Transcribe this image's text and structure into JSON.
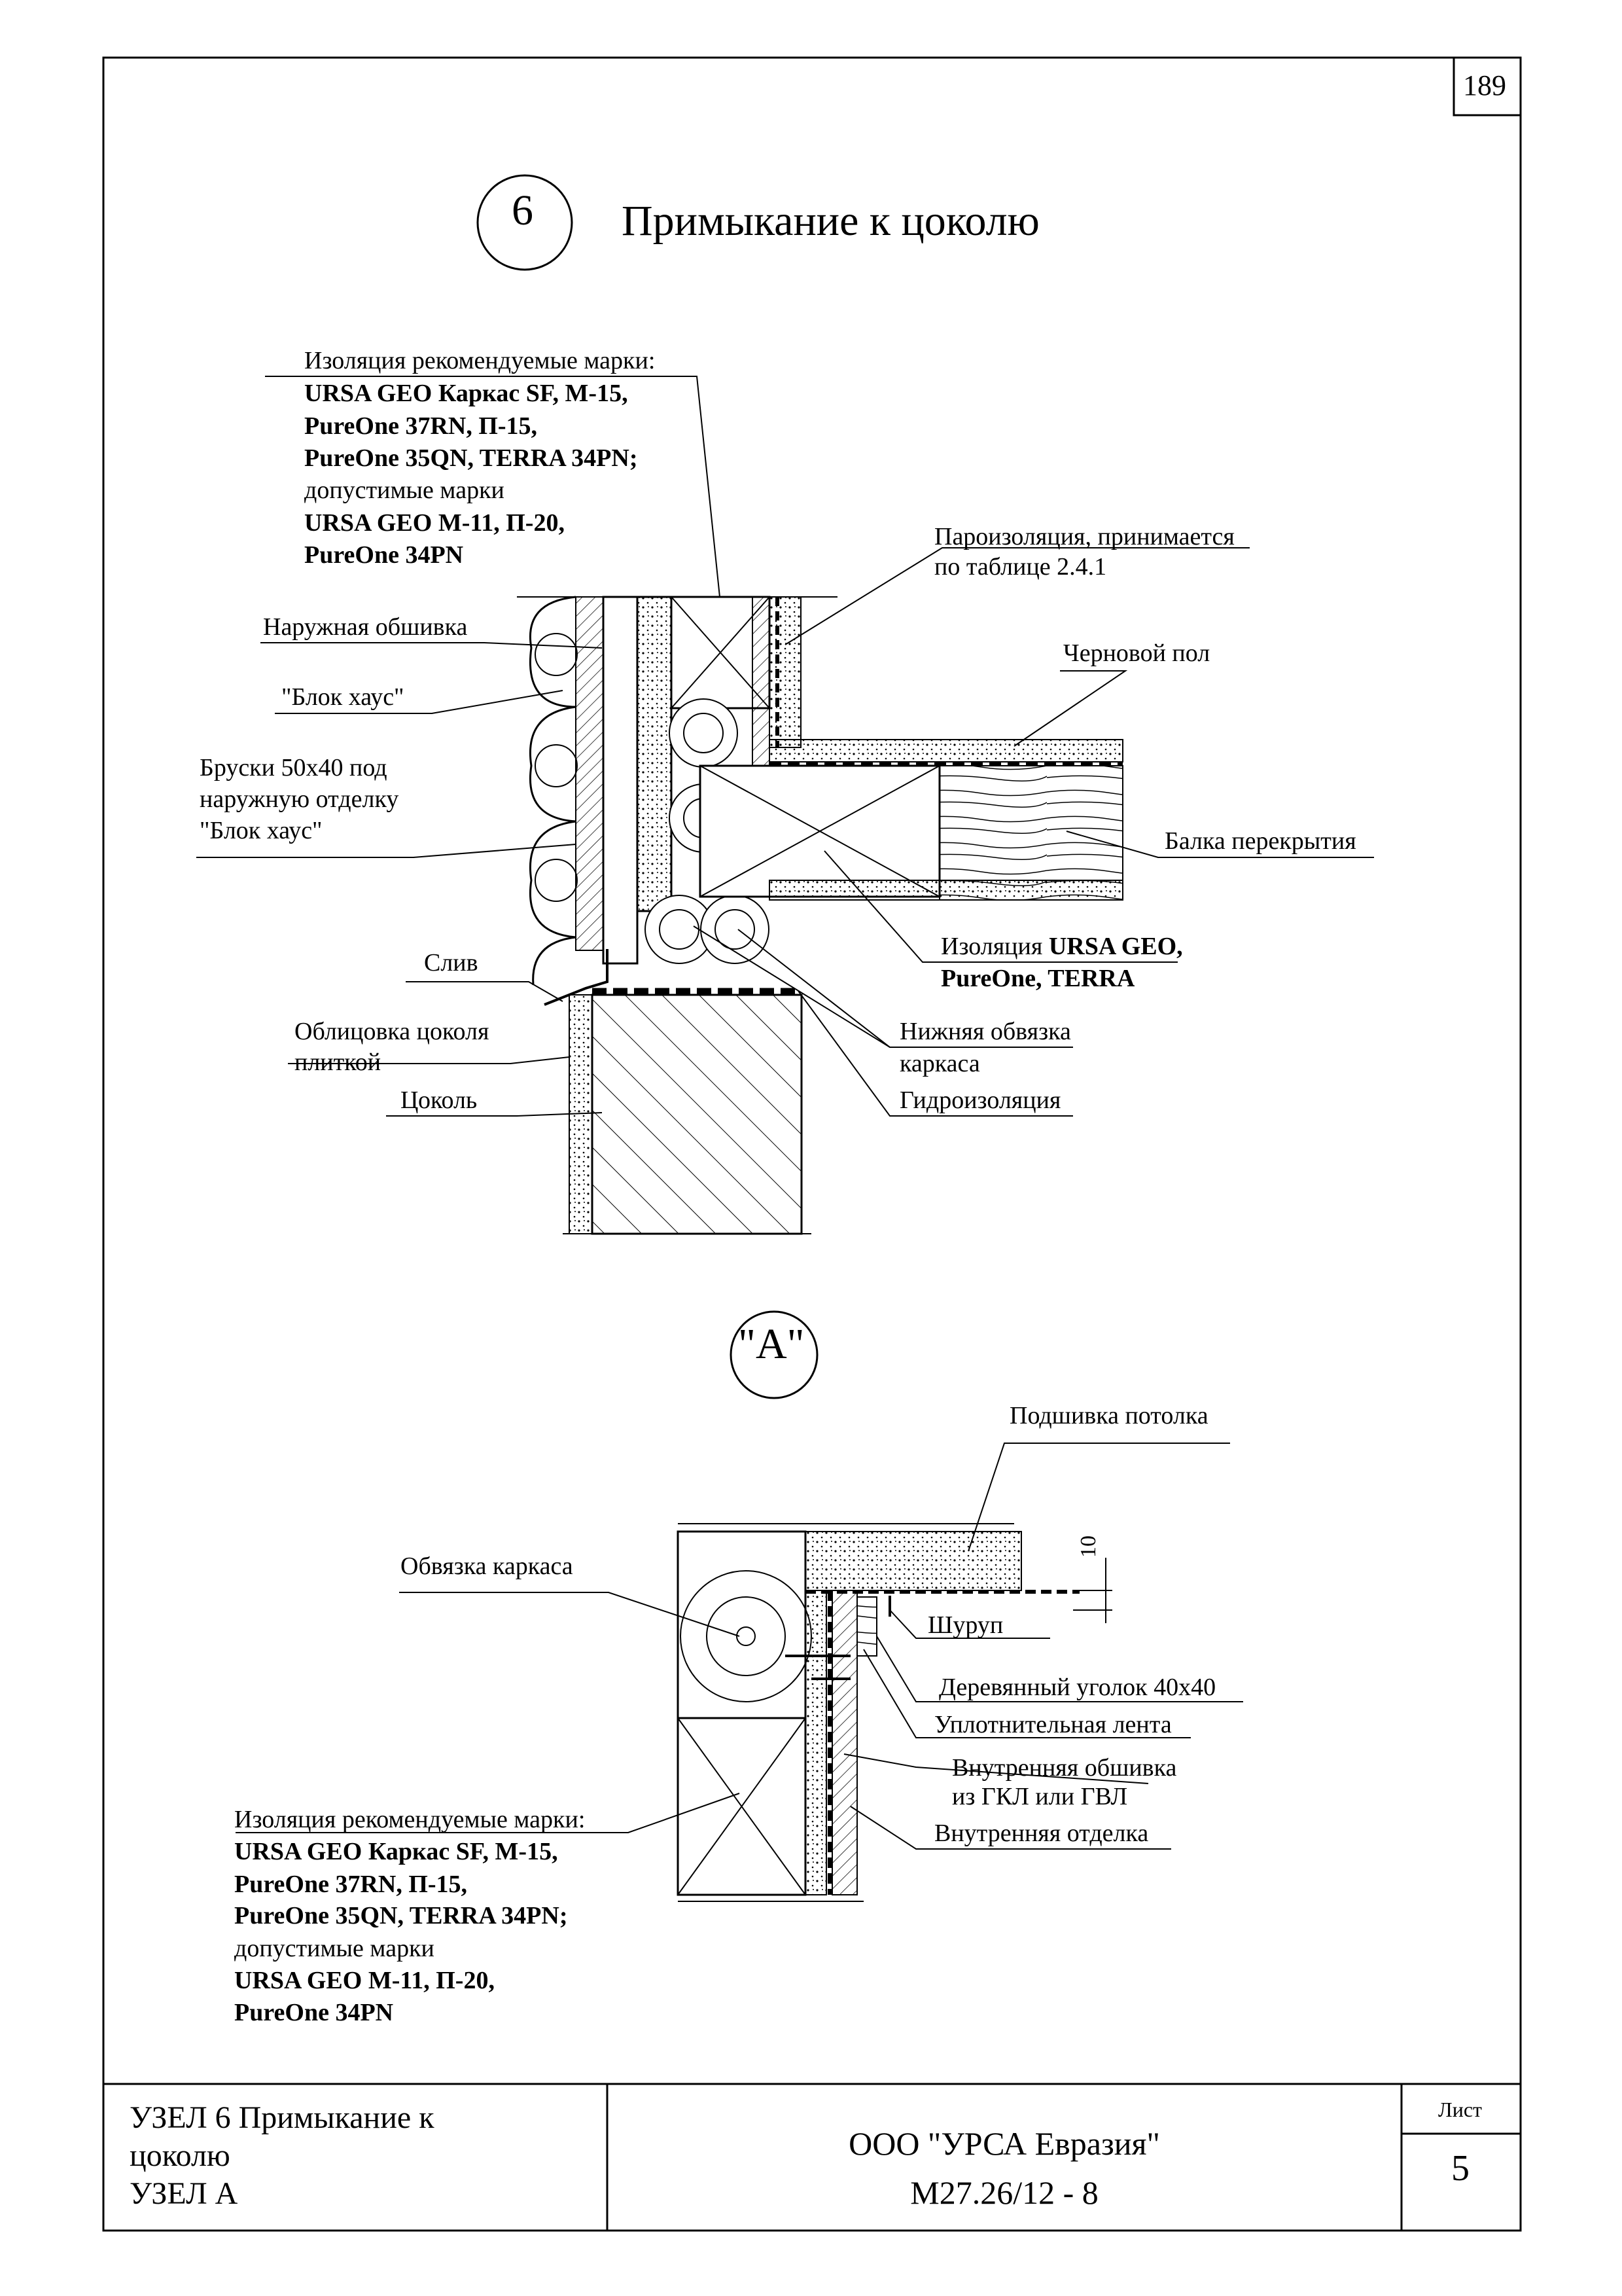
{
  "page_number": "189",
  "node6": {
    "marker": "6",
    "title": "Примыкание к цоколю",
    "insulation_note": {
      "line1": "Изоляция рекомендуемые марки:",
      "line2": "URSA GEO Каркас SF, М-15,",
      "line3": "PureOne 37RN, П-15,",
      "line4": "PureOne 35QN, TERRA 34PN;",
      "line5": "допустимые марки",
      "line6": "URSA GEO М-11, П-20,",
      "line7": "PureOne 34PN"
    },
    "labels": {
      "outer_cladding": "Наружная обшивка",
      "block_house": "\"Блок хаус\"",
      "battens_1": "Бруски 50х40 под",
      "battens_2": "наружную отделку",
      "battens_3": "\"Блок хаус\"",
      "drip": "Слив",
      "plinth_facing_1": "Облицовка цоколя",
      "plinth_facing_2": "плиткой",
      "plinth": "Цоколь",
      "vapor_1": "Пароизоляция, принимается",
      "vapor_2": "по таблице 2.4.1",
      "subfloor": "Черновой пол",
      "floor_beam": "Балка перекрытия",
      "ins2_prefix": "Изоляция ",
      "ins2_bold": "URSA GEO,",
      "ins2_line2": "PureOne, TERRA",
      "bottom_plate_1": "Нижняя обвязка",
      "bottom_plate_2": "каркаса",
      "waterproofing": "Гидроизоляция"
    }
  },
  "nodeA": {
    "marker": "\"А\"",
    "labels": {
      "ceiling_lining": "Подшивка потолка",
      "dimension": "10",
      "frame_plate": "Обвязка каркаса",
      "screw": "Шуруп",
      "wood_corner": "Деревянный уголок 40х40",
      "sealing_tape": "Уплотнительная лента",
      "inner_lining_1": "Внутренняя обшивка",
      "inner_lining_2": "из ГКЛ или ГВЛ",
      "inner_finish": "Внутренняя отделка"
    },
    "insulation_note": {
      "line1": "Изоляция рекомендуемые марки:",
      "line2": "URSA GEO Каркас SF, М-15,",
      "line3": "PureOne 37RN, П-15,",
      "line4": "PureOne 35QN, TERRA 34PN;",
      "line5": "допустимые марки",
      "line6": "URSA GEO М-11, П-20,",
      "line7": "PureOne 34PN"
    }
  },
  "title_block": {
    "name_line1": "УЗЕЛ 6 Примыкание к",
    "name_line2": "цоколю",
    "name_line3": "УЗЕЛ А",
    "company": "ООО \"УРСА Евразия\"",
    "code": "М27.26/12 - 8",
    "sheet_label": "Лист",
    "sheet_number": "5"
  }
}
